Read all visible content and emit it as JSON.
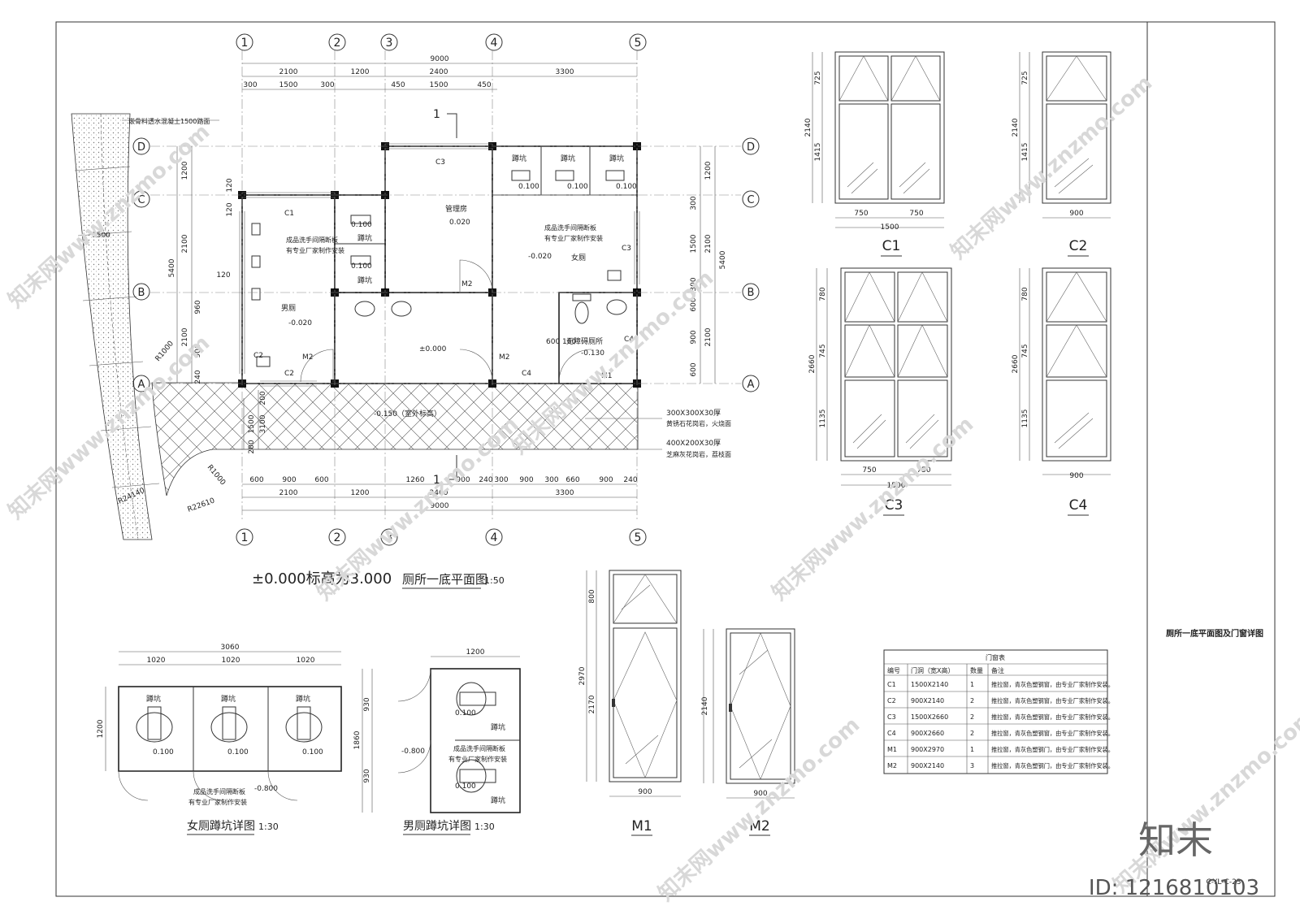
{
  "grid": {
    "v": [
      "1",
      "2",
      "3",
      "4",
      "5"
    ],
    "h": [
      "D",
      "C",
      "B",
      "A"
    ]
  },
  "dims_top_row1": [
    "9000"
  ],
  "dims_top_row2": [
    "2100",
    "1200",
    "2400",
    "3300"
  ],
  "dims_top_row3": [
    "300",
    "1500",
    "300",
    "450",
    "1500",
    "450"
  ],
  "dims_bottom_row1": [
    "600",
    "900",
    "600",
    "1260",
    "900",
    "240",
    "300",
    "900",
    "300",
    "660",
    "900",
    "240"
  ],
  "dims_bottom_row2": [
    "2100",
    "1200",
    "2400",
    "3300"
  ],
  "dims_bottom_row3": [
    "9000"
  ],
  "dims_left_total": "5400",
  "dims_left": [
    "1200",
    "120",
    "120",
    "2100",
    "120",
    "960",
    "2100",
    "900",
    "240"
  ],
  "dims_right_total": "5400",
  "dims_right": [
    "1200",
    "300",
    "1500",
    "2100",
    "300",
    "600",
    "900",
    "2100",
    "600"
  ],
  "dims_left_paving": [
    "1500",
    "3100",
    "200",
    "200"
  ],
  "section_mark": "1",
  "rooms": {
    "management": "管理房",
    "management_lvl": "0.020",
    "mens": "男厕",
    "mens_lvl": "-0.020",
    "womens": "女厕",
    "womens_lvl": "-0.020",
    "accessible": "无障碍厕所",
    "accessible_lvl": "-0.130",
    "lobby_lvl": "±0.000",
    "outdoor_lvl": "-0.150（室外标高）",
    "squat": "蹲坑",
    "squat_lvl": "0.100",
    "partition_note1": "成品洗手间隔断板",
    "partition_note2": "有专业厂家制作安装",
    "dim_600_160": "600 160"
  },
  "labels_in_plan": {
    "c1": "C1",
    "c2": "C2",
    "c3": "C3",
    "c4": "C4",
    "m1": "M1",
    "m2": "M2"
  },
  "paving_notes": [
    "300X300X30厚",
    "黄锈石花岗岩，火烧面",
    "400X200X30厚",
    "芝麻灰花岗岩，荔枝面"
  ],
  "path_note": "嵌骨料透水混凝土1500路面",
  "radii": [
    "R1000",
    "R1000",
    "R24140",
    "R22610"
  ],
  "path_width": "1500",
  "plan_title_prefix": "±0.000标高为3.000",
  "plan_title": "厕所一底平面图",
  "plan_scale": "1:50",
  "female_detail": {
    "title": "女厕蹲坑详图",
    "scale": "1:30",
    "dims_top": [
      "3060"
    ],
    "dims_mid": [
      "1020",
      "1020",
      "1020"
    ],
    "dim_side": "1200",
    "lvl": "-0.800"
  },
  "male_detail": {
    "title": "男厕蹲坑详图",
    "scale": "1:30",
    "dim_top": "1200",
    "dims_side": [
      "930",
      "1860",
      "930"
    ],
    "lvl": "-0.800"
  },
  "windows": {
    "c1": {
      "name": "C1",
      "h_total": "2140",
      "h_top": "725",
      "h_bot": "1415",
      "w1": "750",
      "w2": "750",
      "w_total": "1500"
    },
    "c2": {
      "name": "C2",
      "h_total": "2140",
      "h_top": "725",
      "h_bot": "1415",
      "w_total": "900"
    },
    "c3": {
      "name": "C3",
      "h_total": "2660",
      "h_top": "780",
      "h_mid": "745",
      "h_bot": "1135",
      "w1": "750",
      "w2": "750",
      "w_total": "1500"
    },
    "c4": {
      "name": "C4",
      "h_total": "2660",
      "h_top": "780",
      "h_mid": "745",
      "h_bot": "1135",
      "w_total": "900"
    }
  },
  "doors": {
    "m1": {
      "name": "M1",
      "h_total": "2970",
      "h_top": "800",
      "h_bot": "2170",
      "w": "900"
    },
    "m2": {
      "name": "M2",
      "h_total": "2140",
      "w": "900"
    }
  },
  "schedule": {
    "title": "门窗表",
    "headers": [
      "编号",
      "门洞（宽X高）",
      "数量",
      "备注"
    ],
    "rows": [
      [
        "C1",
        "1500X2140",
        "1",
        "推拉窗，青灰色塑钢窗，由专业厂家制作安装。"
      ],
      [
        "C2",
        "900X2140",
        "2",
        "推拉窗，青灰色塑钢窗，由专业厂家制作安装。"
      ],
      [
        "C3",
        "1500X2660",
        "2",
        "推拉窗，青灰色塑钢窗，由专业厂家制作安装。"
      ],
      [
        "C4",
        "900X2660",
        "2",
        "推拉窗，青灰色塑钢窗，由专业厂家制作安装。"
      ],
      [
        "M1",
        "900X2970",
        "1",
        "推拉窗，青灰色塑钢门，由专业厂家制作安装。"
      ],
      [
        "M2",
        "900X2140",
        "3",
        "推拉窗，青灰色塑钢门，由专业厂家制作安装。"
      ]
    ]
  },
  "sheet_title": "厕所一底平面图及门窗详图",
  "drawing_no": "C-YL-C-23",
  "watermark": "知末网www.znzmo.com",
  "brand": "知末",
  "id_text": "ID: 1216810103"
}
